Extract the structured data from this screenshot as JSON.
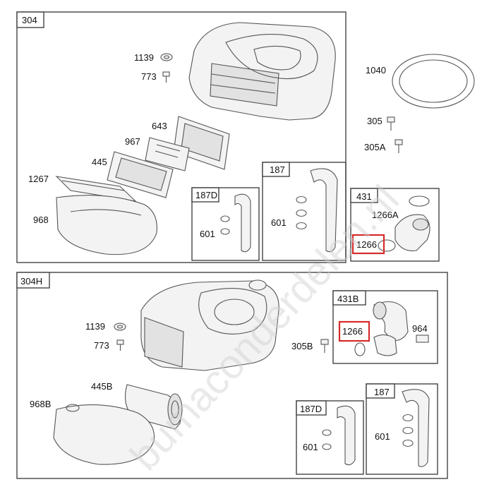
{
  "sections": [
    {
      "id": "top",
      "title": "304"
    },
    {
      "id": "bottom",
      "title": "304H"
    }
  ],
  "subboxes": {
    "sb187D_top": "187D",
    "sb187_top": "187",
    "sb431": "431",
    "sb431B": "431B",
    "sb187D_bot": "187D",
    "sb187_bot": "187"
  },
  "labels": {
    "p1139a": "1139",
    "p773a": "773",
    "p643": "643",
    "p967": "967",
    "p445": "445",
    "p1267": "1267",
    "p968": "968",
    "p601a": "601",
    "p601b": "601",
    "p1040": "1040",
    "p305": "305",
    "p305A": "305A",
    "p1266A": "1266A",
    "p1266a": "1266",
    "p1139b": "1139",
    "p773b": "773",
    "p445B": "445B",
    "p968B": "968B",
    "p305B": "305B",
    "p1266b": "1266",
    "p964": "964",
    "p601c": "601",
    "p601d": "601"
  },
  "watermark": "bumaconderdelen.nl",
  "colors": {
    "highlight": "#d62b2b",
    "frame": "#444444"
  }
}
